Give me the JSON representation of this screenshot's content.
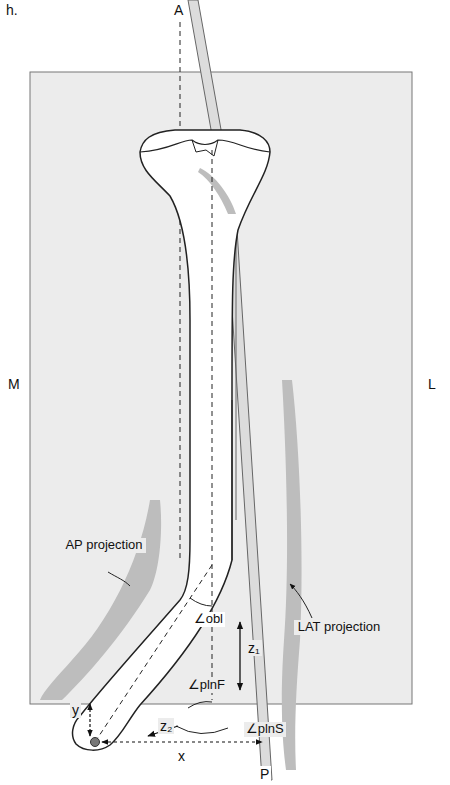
{
  "diagram": {
    "labels": [
      "h.",
      "A",
      "M",
      "L",
      "AP projection",
      "∠obl",
      "z₁",
      "LAT projection",
      "∠plnF",
      "∠plnS",
      "y",
      "z₂",
      "x",
      "P"
    ]
  }
}
